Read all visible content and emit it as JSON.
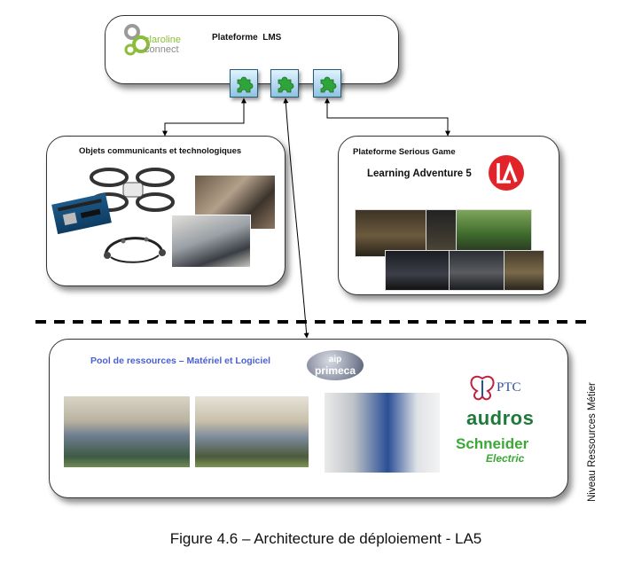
{
  "lms": {
    "title": "Plateforme  LMS",
    "logo_line1": "claroline",
    "logo_line2": "connect"
  },
  "objects": {
    "title": "Objets communicants et technologiques"
  },
  "serious_game": {
    "title": "Plateforme Serious Game",
    "name": "Learning Adventure 5"
  },
  "pool": {
    "title": "Pool de ressources – Matériel et Logiciel",
    "aip_line1": "aip",
    "aip_line2": "primeca",
    "ptc": "PTC",
    "audros": "audros",
    "schneider_line1": "Schneider",
    "schneider_line2": "Electric"
  },
  "side_label": "Niveau Ressources Métier",
  "caption": "Figure 4.6 – Architecture de déploiement - LA5",
  "colors": {
    "puzzle_green": "#2ea43a",
    "pool_title": "#4a5fd0",
    "claroline_green": "#8bbd3a",
    "la5_red": "#e0242a",
    "ptc_blue": "#2e4fa0",
    "audros_green": "#1f7a3a",
    "schneider_green": "#3aa935"
  }
}
